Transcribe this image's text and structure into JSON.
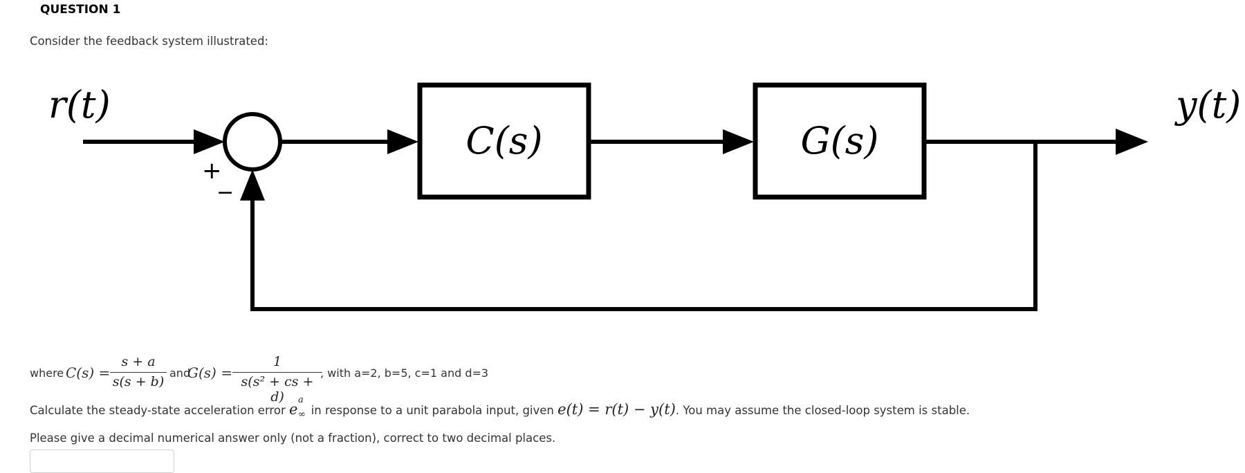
{
  "question": {
    "title": "QUESTION 1",
    "intro": "Consider the feedback system illustrated:"
  },
  "diagram": {
    "input_label": "r(t)",
    "output_label": "y(t)",
    "controller_label": "C(s)",
    "plant_label": "G(s)",
    "sum_plus": "+",
    "sum_minus": "−"
  },
  "formula": {
    "where": "where",
    "c_lhs": "C(s) =",
    "c_num": "s + a",
    "c_den": "s(s + b)",
    "and": "and",
    "g_lhs": "G(s) =",
    "g_num": "1",
    "g_den": "s(s² + cs + d)",
    "with": ", with a=2, b=5, c=1 and d=3"
  },
  "task": {
    "calc_prefix": "Calculate the steady-state acceleration error",
    "error_symbol": "e",
    "error_sup": "a",
    "error_sub": "∞",
    "calc_middle": "in response to a unit parabola input, given",
    "given_eq": "e(t) = r(t) − y(t)",
    "calc_suffix": ". You may assume the closed-loop system is stable.",
    "instruction": "Please give a decimal numerical answer only (not a fraction), correct to two decimal places."
  },
  "answer": {
    "value": ""
  }
}
